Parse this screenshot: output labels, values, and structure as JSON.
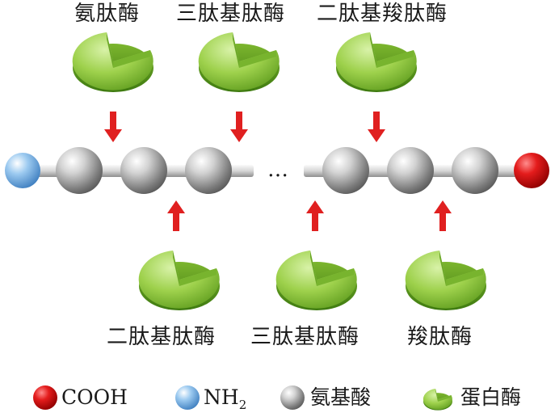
{
  "enzymes_top": [
    {
      "label": "氨肽酶"
    },
    {
      "label": "三肽基肽酶"
    },
    {
      "label": "二肽基羧肽酶"
    }
  ],
  "enzymes_bottom": [
    {
      "label": "二肽基肽酶"
    },
    {
      "label": "三肽基肽酶"
    },
    {
      "label": "羧肽酶"
    }
  ],
  "chain_gap": "…",
  "legend": {
    "cooh": "COOH",
    "nh2_main": "NH",
    "nh2_sub": "2",
    "amino_acid": "氨基酸",
    "protease": "蛋白酶"
  },
  "colors": {
    "arrow": "#e02020",
    "cooh": "#dd1111",
    "nh2": "#7fb6e6",
    "amino_acid": "#a8a8a8",
    "enzyme": "#8ccc3c",
    "bond": "#d9d9d9"
  }
}
